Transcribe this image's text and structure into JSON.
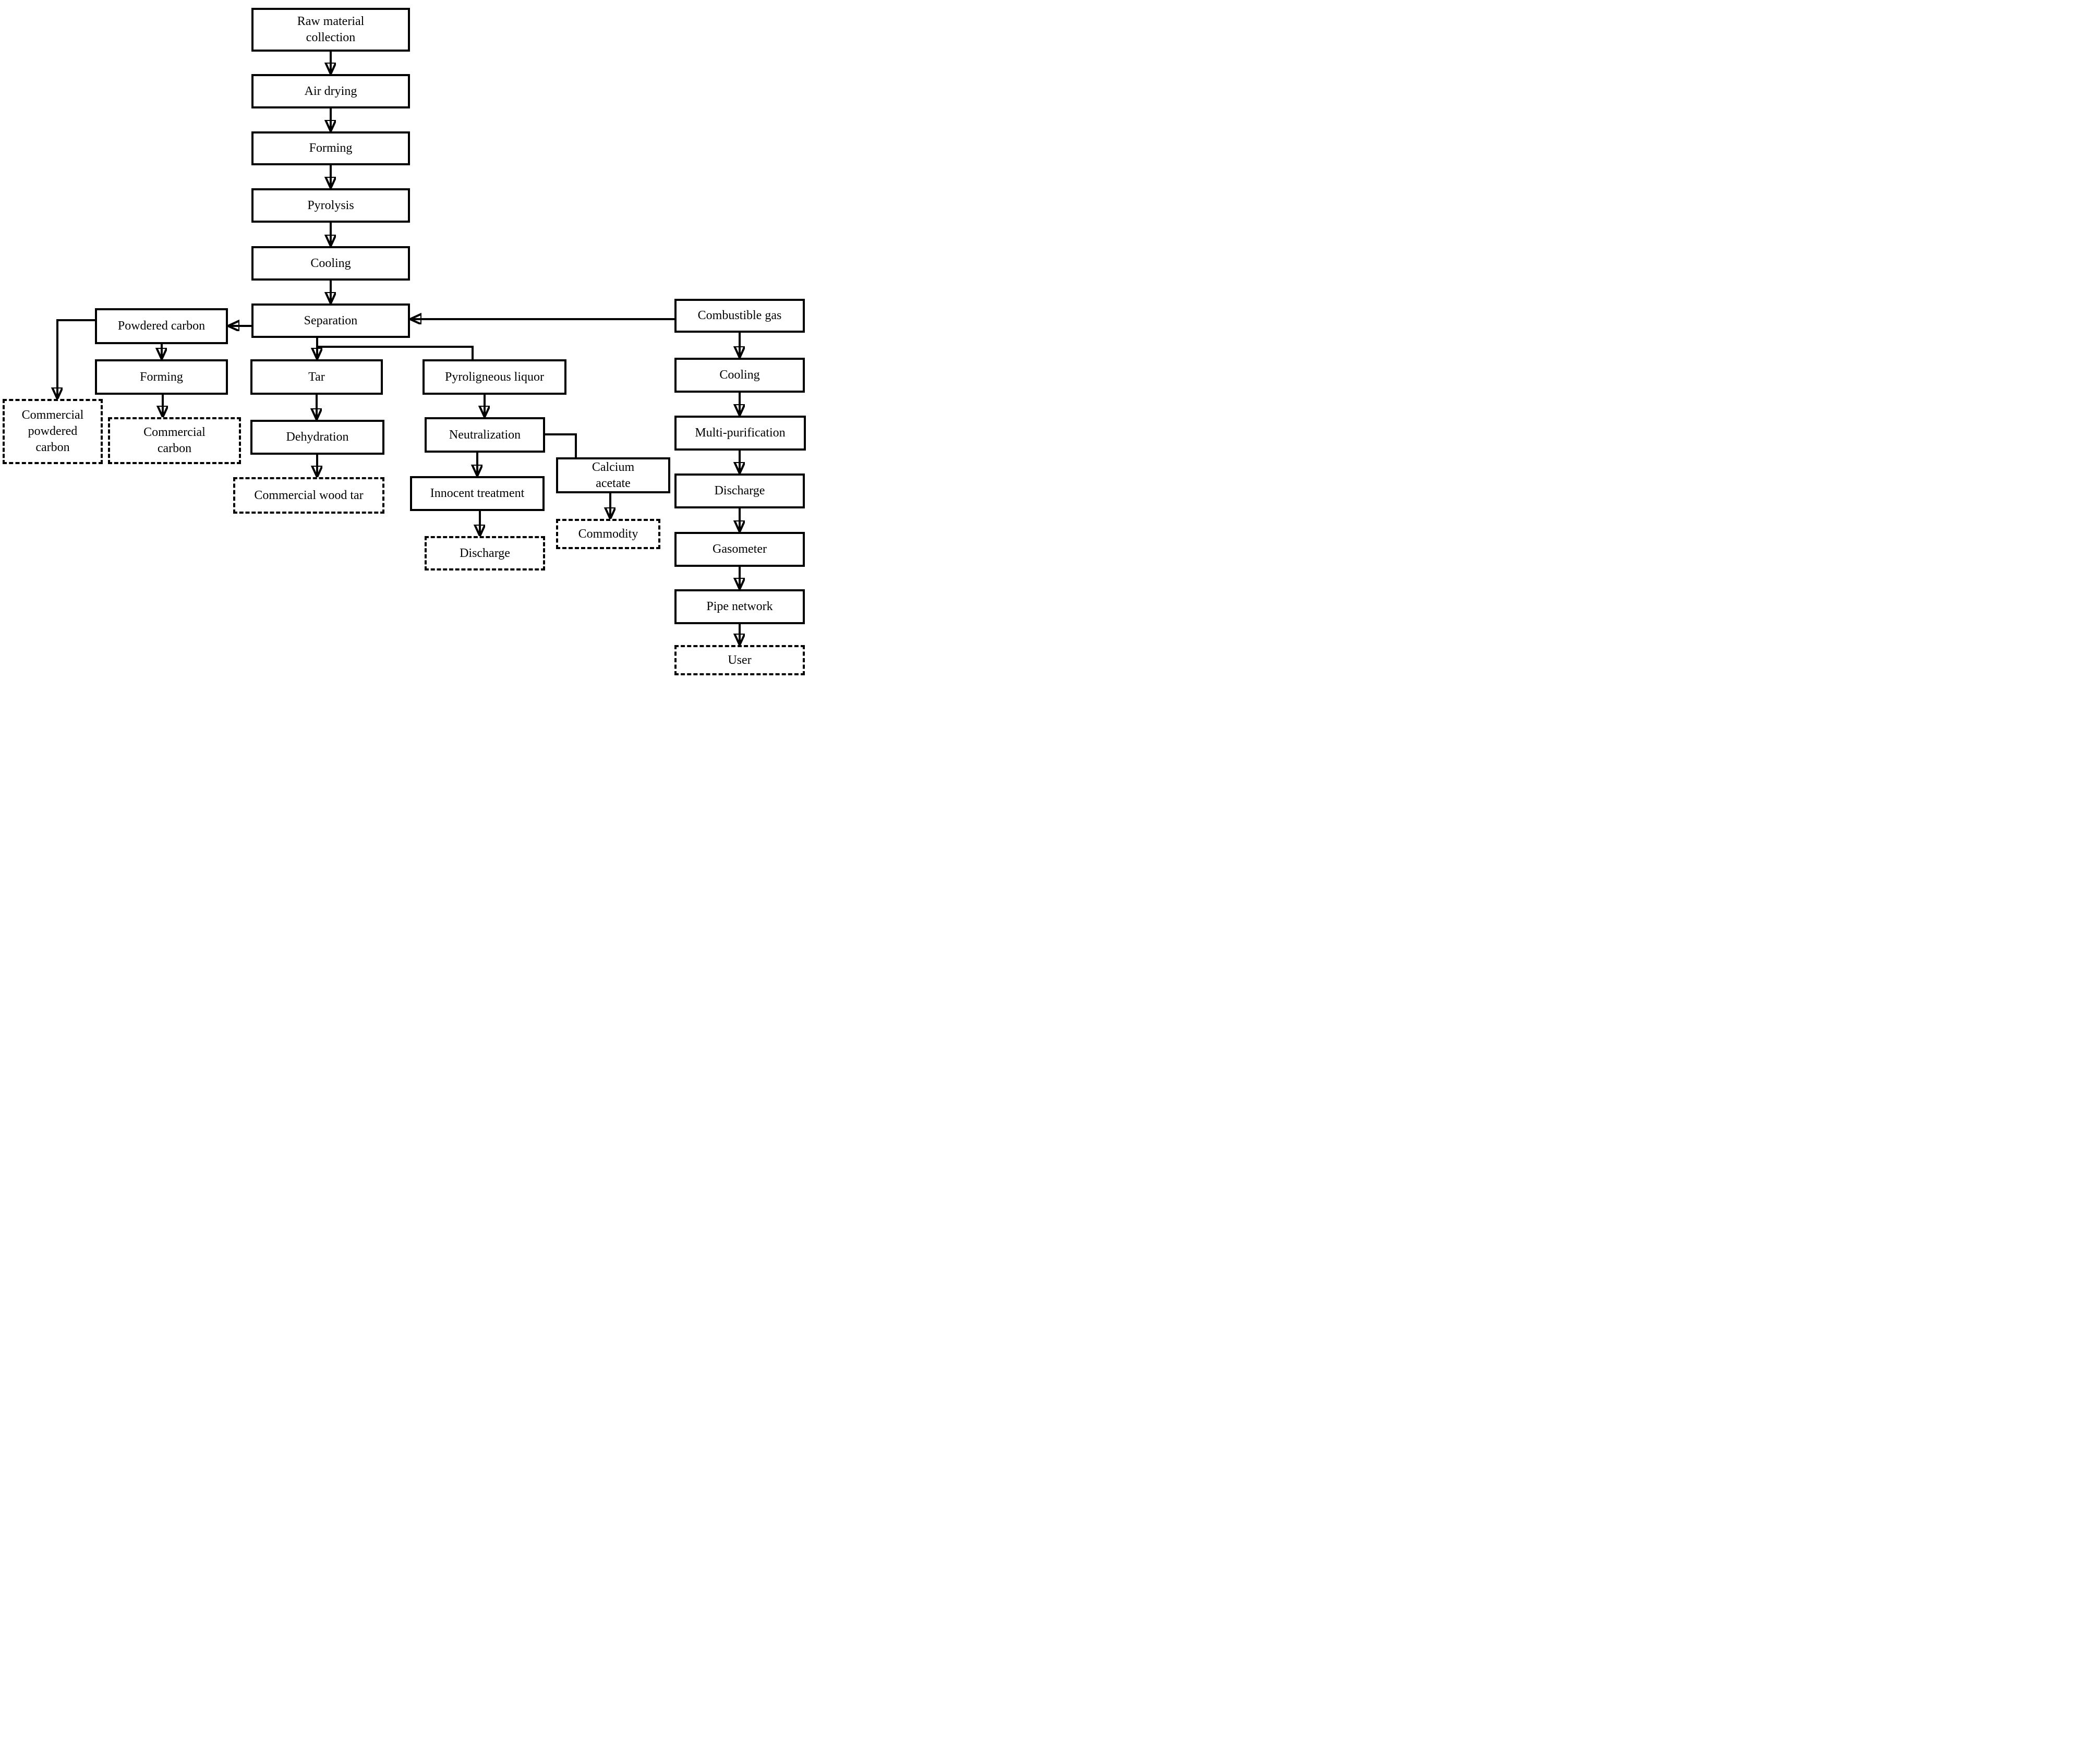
{
  "diagram": {
    "type": "flowchart",
    "background_color": "#ffffff",
    "line_color": "#000000",
    "box_fill_color": "#ffffff",
    "nodes": [
      {
        "id": "raw-material-collection",
        "label": "Raw material\ncollection",
        "border": "solid"
      },
      {
        "id": "air-drying",
        "label": "Air drying",
        "border": "solid"
      },
      {
        "id": "forming-1",
        "label": "Forming",
        "border": "solid"
      },
      {
        "id": "pyrolysis",
        "label": "Pyrolysis",
        "border": "solid"
      },
      {
        "id": "cooling-1",
        "label": "Cooling",
        "border": "solid"
      },
      {
        "id": "separation",
        "label": "Separation",
        "border": "solid"
      },
      {
        "id": "powdered-carbon",
        "label": "Powdered carbon",
        "border": "solid"
      },
      {
        "id": "forming-2",
        "label": "Forming",
        "border": "solid"
      },
      {
        "id": "commercial-powdered-carbon",
        "label": "Commercial\npowdered\ncarbon",
        "border": "dashed"
      },
      {
        "id": "commercial-carbon",
        "label": "Commercial\ncarbon",
        "border": "dashed"
      },
      {
        "id": "tar",
        "label": "Tar",
        "border": "solid"
      },
      {
        "id": "dehydration",
        "label": "Dehydration",
        "border": "solid"
      },
      {
        "id": "commercial-wood-tar",
        "label": "Commercial wood tar",
        "border": "dashed"
      },
      {
        "id": "pyroligneous-liquor",
        "label": "Pyroligneous liquor",
        "border": "solid"
      },
      {
        "id": "neutralization",
        "label": "Neutralization",
        "border": "solid"
      },
      {
        "id": "innocent-treatment",
        "label": "Innocent treatment",
        "border": "solid"
      },
      {
        "id": "discharge-1",
        "label": "Discharge",
        "border": "dashed"
      },
      {
        "id": "calcium-acetate",
        "label": "Calcium\nacetate",
        "border": "solid"
      },
      {
        "id": "commodity",
        "label": "Commodity",
        "border": "dashed"
      },
      {
        "id": "combustible-gas",
        "label": "Combustible gas",
        "border": "solid"
      },
      {
        "id": "cooling-2",
        "label": "Cooling",
        "border": "solid"
      },
      {
        "id": "multi-purification",
        "label": "Multi-purification",
        "border": "solid"
      },
      {
        "id": "discharge-2",
        "label": "Discharge",
        "border": "solid"
      },
      {
        "id": "gasometer",
        "label": "Gasometer",
        "border": "solid"
      },
      {
        "id": "pipe-network",
        "label": "Pipe network",
        "border": "solid"
      },
      {
        "id": "user",
        "label": "User",
        "border": "dashed"
      }
    ],
    "edges": [
      {
        "from": "raw-material-collection",
        "to": "air-drying",
        "arrow": true
      },
      {
        "from": "air-drying",
        "to": "forming-1",
        "arrow": true
      },
      {
        "from": "forming-1",
        "to": "pyrolysis",
        "arrow": true
      },
      {
        "from": "pyrolysis",
        "to": "cooling-1",
        "arrow": true
      },
      {
        "from": "cooling-1",
        "to": "separation",
        "arrow": true
      },
      {
        "from": "separation",
        "to": "powdered-carbon",
        "arrow": true
      },
      {
        "from": "combustible-gas",
        "to": "separation",
        "arrow": true
      },
      {
        "from": "separation",
        "to": "tar",
        "arrow": true
      },
      {
        "from": "separation",
        "to": "pyroligneous-liquor",
        "arrow": false
      },
      {
        "from": "powdered-carbon",
        "to": "forming-2",
        "arrow": true
      },
      {
        "from": "powdered-carbon",
        "to": "commercial-powdered-carbon",
        "arrow": true
      },
      {
        "from": "forming-2",
        "to": "commercial-carbon",
        "arrow": true
      },
      {
        "from": "tar",
        "to": "dehydration",
        "arrow": true
      },
      {
        "from": "dehydration",
        "to": "commercial-wood-tar",
        "arrow": true
      },
      {
        "from": "pyroligneous-liquor",
        "to": "neutralization",
        "arrow": true
      },
      {
        "from": "neutralization",
        "to": "innocent-treatment",
        "arrow": true
      },
      {
        "from": "neutralization",
        "to": "calcium-acetate",
        "arrow": false
      },
      {
        "from": "innocent-treatment",
        "to": "discharge-1",
        "arrow": true
      },
      {
        "from": "calcium-acetate",
        "to": "commodity",
        "arrow": true
      },
      {
        "from": "combustible-gas",
        "to": "cooling-2",
        "arrow": true
      },
      {
        "from": "cooling-2",
        "to": "multi-purification",
        "arrow": true
      },
      {
        "from": "multi-purification",
        "to": "discharge-2",
        "arrow": true
      },
      {
        "from": "discharge-2",
        "to": "gasometer",
        "arrow": true
      },
      {
        "from": "gasometer",
        "to": "pipe-network",
        "arrow": true
      },
      {
        "from": "pipe-network",
        "to": "user",
        "arrow": true
      }
    ]
  }
}
